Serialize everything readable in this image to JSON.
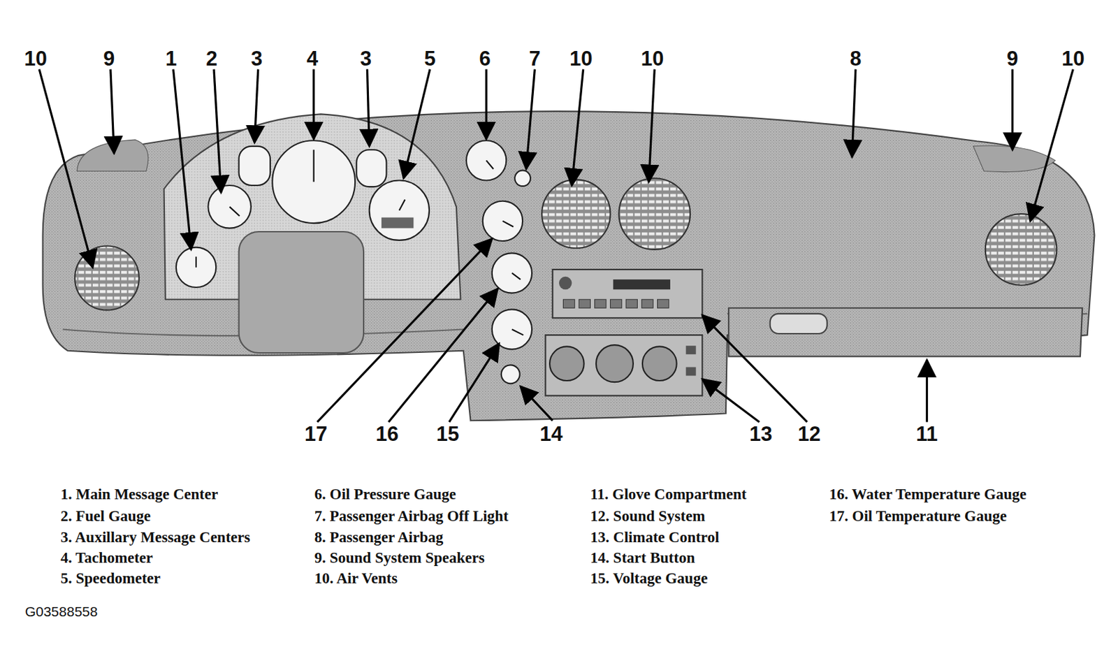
{
  "diagram": {
    "labels": [
      "10",
      "9",
      "1",
      "2",
      "3",
      "4",
      "3",
      "5",
      "6",
      "7",
      "10",
      "10",
      "8",
      "9",
      "10",
      "17",
      "16",
      "15",
      "14",
      "13",
      "12",
      "11",
      "1. Main Message Center",
      "2. Fuel Gauge",
      "3. Auxillary Message Centers",
      "4. Tachometer",
      "5. Speedometer",
      "6. Oil Pressure Gauge",
      "7. Passenger Airbag Off Light",
      "8. Passenger Airbag",
      "9. Sound System Speakers",
      "10. Air Vents",
      "11. Glove Compartment",
      "12. Sound System",
      "13. Climate Control",
      "14. Start Button",
      "15. Voltage Gauge",
      "16. Water Temperature Gauge",
      "17. Oil Temperature Gauge",
      "G03588558"
    ]
  }
}
